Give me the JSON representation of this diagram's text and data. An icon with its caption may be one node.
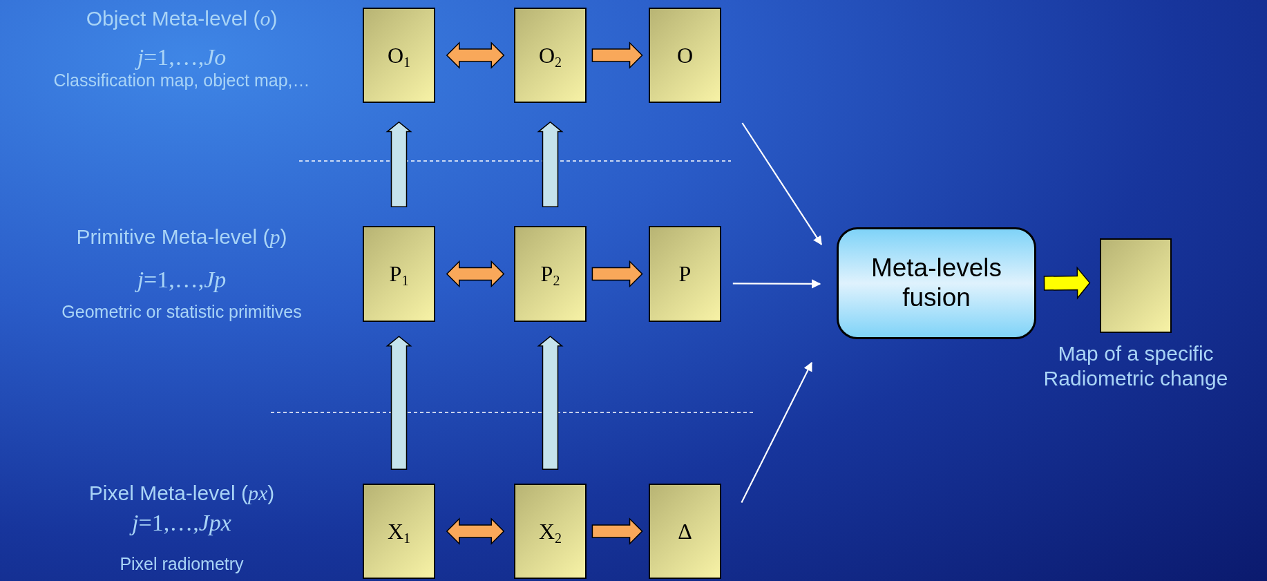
{
  "diagram": {
    "nodes": [
      {
        "text": [
          "O$_{1}$"
        ]
      },
      {
        "text": [
          "O$_{2}$"
        ]
      },
      {
        "text": [
          "O"
        ]
      },
      {
        "text": [
          "P$_{1}$"
        ]
      },
      {
        "text": [
          "P$_{2}$"
        ]
      },
      {
        "text": [
          "P"
        ]
      },
      {
        "text": [
          "X$_{1}$"
        ]
      },
      {
        "text": [
          "X$_{2}$"
        ]
      },
      {
        "text": [
          "Δ"
        ]
      },
      {
        "text": [
          "Meta-levels fusion"
        ]
      },
      {
        "text": [],
        "shape": "box",
        "beside": [
          "Map of a specific Radiometric change"
        ]
      }
    ],
    "edges": [
      {
        "from": 0,
        "to": 1,
        "arrow": "both",
        "style": "thick"
      },
      {
        "from": 1,
        "to": 2,
        "arrow": "to",
        "style": "thick"
      },
      {
        "from": 3,
        "to": 4,
        "arrow": "both",
        "style": "thick"
      },
      {
        "from": 4,
        "to": 5,
        "arrow": "to",
        "style": "thick"
      },
      {
        "from": 6,
        "to": 7,
        "arrow": "both",
        "style": "thick"
      },
      {
        "from": 7,
        "to": 8,
        "arrow": "to",
        "style": "thick"
      },
      {
        "from": 3,
        "to": 0,
        "arrow": "to",
        "style": "thick",
        "color": "#c5e3ec"
      },
      {
        "from": 4,
        "to": 1,
        "arrow": "to",
        "style": "thick",
        "color": "#c5e3ec"
      },
      {
        "from": 6,
        "to": 3,
        "arrow": "to",
        "style": "thick",
        "color": "#c5e3ec"
      },
      {
        "from": 7,
        "to": 4,
        "arrow": "to",
        "style": "thick",
        "color": "#c5e3ec"
      },
      {
        "from": 2,
        "to": 9,
        "arrow": "to",
        "color": "#ffffff"
      },
      {
        "from": 5,
        "to": 9,
        "arrow": "to",
        "color": "#ffffff"
      },
      {
        "from": 8,
        "to": 9,
        "arrow": "to",
        "color": "#ffffff"
      },
      {
        "from": 9,
        "to": 10,
        "arrow": "to",
        "style": "thick",
        "color": "#ffff00"
      }
    ],
    "labels": [
      "Object Meta-level (*o*)",
      "*j*=1,…,*Jo*",
      "Classification map, object map,…",
      "Primitive Meta-level (*p*)",
      "*j*=1,…,*Jp*",
      "Geometric or statistic primitives",
      "Pixel Meta-level (*px*)",
      "*j*=1,…,*Jpx*",
      "Pixel radiometry"
    ]
  }
}
